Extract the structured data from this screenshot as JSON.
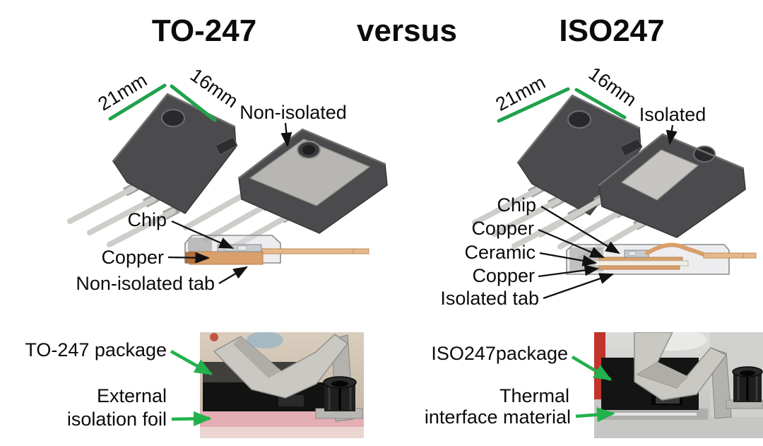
{
  "title": {
    "left": "TO-247",
    "middle": "versus",
    "right": "ISO247"
  },
  "colors": {
    "accent_green": "#22b14c",
    "dimension_green": "#1fa24b",
    "copper": "#d9a06b",
    "copper_light": "#e5b98d",
    "package_gray": "#4b4b4d",
    "metal_tab": "#b7b6b2",
    "ceramic_white": "#f2efe6",
    "isolation_foil_pink": "#e3aeb4",
    "photo_red": "#c2342b",
    "text_black": "#0b0b0b"
  },
  "to247": {
    "dims": {
      "long": "21mm",
      "short": "16mm"
    },
    "back_label": "Non-isolated",
    "cross_section": {
      "chip": "Chip",
      "copper": "Copper",
      "tab": "Non-isolated tab"
    },
    "photo": {
      "package": "TO-247 package",
      "material_line1": "External",
      "material_line2": "isolation foil"
    }
  },
  "iso247": {
    "dims": {
      "long": "21mm",
      "short": "16mm"
    },
    "back_label": "Isolated",
    "cross_section": {
      "chip": "Chip",
      "copper_top": "Copper",
      "ceramic": "Ceramic",
      "copper_bottom": "Copper",
      "tab": "Isolated tab"
    },
    "photo": {
      "package": "ISO247package",
      "material_line1": "Thermal",
      "material_line2": "interface material"
    }
  }
}
